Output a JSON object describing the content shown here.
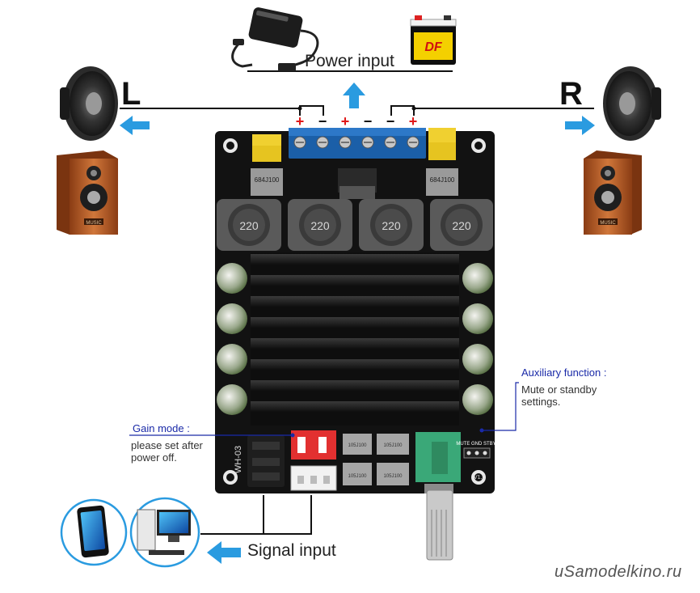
{
  "labels": {
    "left_channel": "L",
    "right_channel": "R",
    "power_input": "Power input",
    "signal_input": "Signal input",
    "gain_mode_title": "Gain mode :",
    "gain_mode_text_1": "please set after",
    "gain_mode_text_2": "power off.",
    "aux_title": "Auxiliary function :",
    "aux_text_1": "Mute or standby",
    "aux_text_2": "settings.",
    "watermark": "uSamodelkino.ru"
  },
  "terminals": [
    "+",
    "−",
    "+",
    "−",
    "−",
    "+"
  ],
  "board": {
    "inductor_marks": [
      "220",
      "220",
      "220",
      "220"
    ],
    "capacitor_left_mark": "684J100",
    "capacitor_right_mark": "684J100",
    "model_mark": "WH-03",
    "cap_marks": [
      "105J100",
      "105J100",
      "105J100",
      "105J100"
    ],
    "header_mark": "MUTE GND STBY",
    "version_mark": "V1.1"
  },
  "speaker_badges": [
    "MUSIC",
    "MUSIC"
  ],
  "battery_brand": "DF",
  "colors": {
    "arrow_blue": "#2a9be0",
    "pcb": "#111111",
    "terminal_blue": "#1b5fa8",
    "heatsink": "#1a1a1a",
    "speaker_wood": "#c0622a",
    "annotation_blue": "#1a2aa8",
    "polarity_red": "#e01818"
  },
  "icons": [
    "power-adapter-icon",
    "battery-icon",
    "woofer-icon",
    "bookshelf-speaker-icon",
    "phone-icon",
    "computer-icon"
  ]
}
